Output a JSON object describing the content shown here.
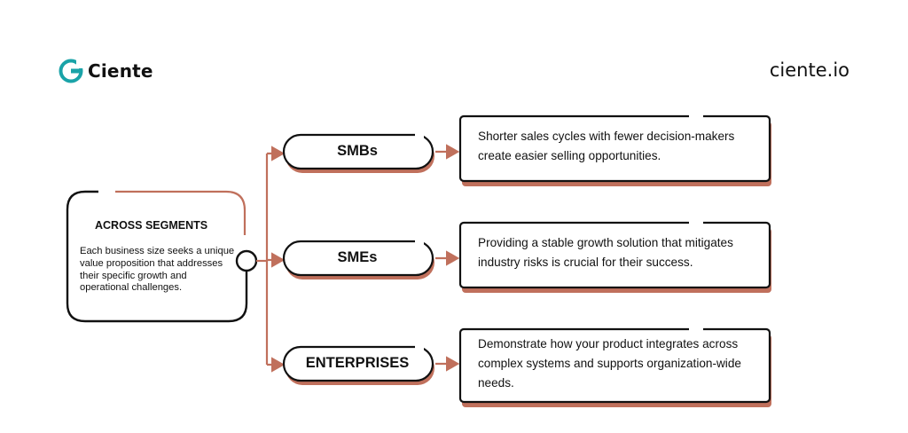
{
  "brand": {
    "name": "Ciente",
    "site": "ciente.io",
    "logo_icon": "ciente-logo-icon"
  },
  "colors": {
    "accent": "#c0705c",
    "stroke": "#111111",
    "teal": "#1aa3a8",
    "background": "#ffffff"
  },
  "root": {
    "title": "ACROSS SEGMENTS",
    "description": "Each business size seeks a unique value proposition that addresses their specific growth and operational challenges."
  },
  "segments": [
    {
      "label": "SMBs",
      "description": "Shorter sales cycles with fewer decision-makers create easier selling opportunities."
    },
    {
      "label": "SMEs",
      "description": "Providing a stable growth solution that mitigates industry risks is crucial for their success."
    },
    {
      "label": "ENTERPRISES",
      "description": "Demonstrate how your product integrates across complex systems and supports organization-wide needs."
    }
  ]
}
